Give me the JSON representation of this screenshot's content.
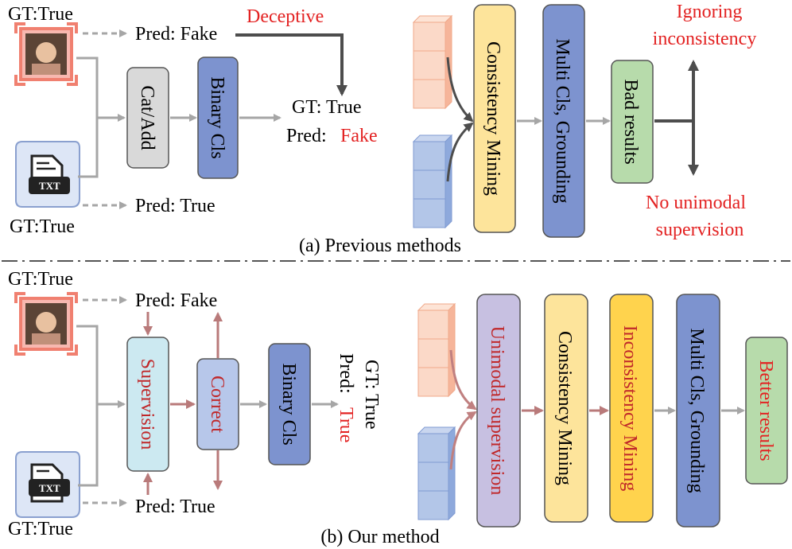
{
  "colors": {
    "red": "#e32222",
    "arrow_gray": "#a6a6a6",
    "dark": "#4d4d4d",
    "pink_arrow": "#b97a7a",
    "gray_box": "#d9d9d9",
    "blue_box": "#7d93cf",
    "yellow_box": "#fde49b",
    "orange_box": "#ffd34d",
    "green_box": "#b7dbab",
    "purple_box": "#c7c0e1",
    "cyan_box": "#cce9f1",
    "light_blue_box": "#b7c7ea",
    "peach_block": "#fbd9c8",
    "blue_block": "#b3c6e8"
  },
  "top": {
    "gt_top": "GT:True",
    "gt_bottom": "GT:True",
    "pred_fake": "Pred: Fake",
    "pred_true": "Pred: True",
    "deceptive": "Deceptive",
    "cat_add": "Cat/Add",
    "binary_cls": "Binary Cls",
    "result_gt": "GT: True",
    "result_pred_label": "Pred:",
    "result_pred_value": "Fake",
    "consistency": "Consistency Mining",
    "multi_cls": "Multi Cls, Grounding",
    "bad_results": "Bad results",
    "ignoring_1": "Ignoring",
    "ignoring_2": "inconsistency",
    "no_unimodal_1": "No unimodal",
    "no_unimodal_2": "supervision",
    "caption": "(a) Previous methods"
  },
  "bottom": {
    "gt_top": "GT:True",
    "gt_bottom": "GT:True",
    "pred_fake": "Pred: Fake",
    "pred_true": "Pred: True",
    "supervision": "Supervision",
    "correct": "Correct",
    "binary_cls": "Binary Cls",
    "result_gt": "GT: True",
    "result_pred_label": "Pred:",
    "result_pred_value": "True",
    "unimodal": "Unimodal supervision",
    "consistency": "Consistency Mining",
    "inconsistency": "Inconsistency Mining",
    "multi_cls": "Multi Cls, Grounding",
    "better_results": "Better results",
    "caption": "(b) Our method"
  },
  "icons": {
    "image_icon": "image-thumbnail-icon",
    "text_icon": "txt-document-icon"
  }
}
